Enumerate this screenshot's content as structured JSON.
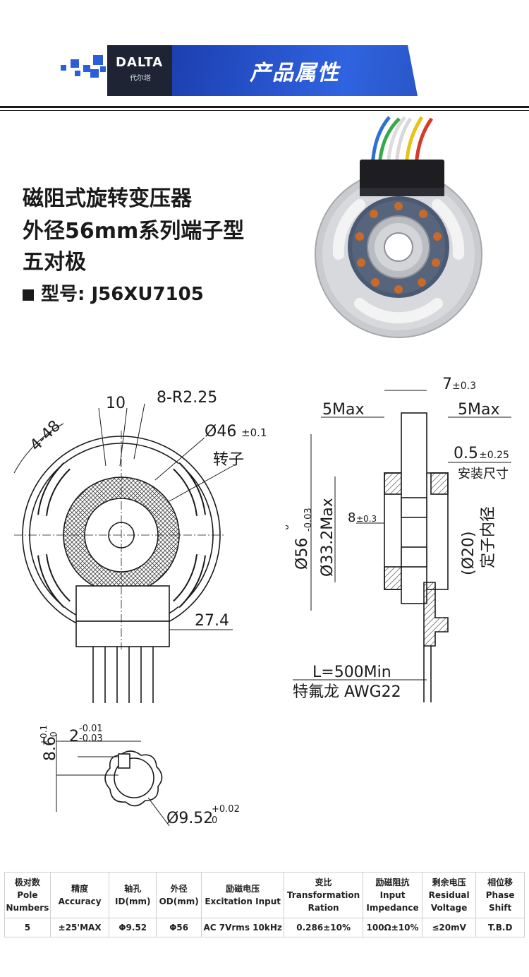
{
  "header": {
    "brand": "DALTA",
    "brand_sub": "代尔塔",
    "title": "产品属性"
  },
  "product": {
    "title_line1": "磁阻式旋转变压器",
    "title_line2": "外径56mm系列端子型",
    "title_line3": "五对极",
    "model_label": "型号: J56XU7105"
  },
  "drawing_front": {
    "angle": "4-48",
    "slot_width": "10",
    "radius": "8-R2.25",
    "od_main": "Ø46",
    "od_tol": "±0.1",
    "rotor": "转子",
    "terminal_dim": "27.4"
  },
  "drawing_side": {
    "width7": "7",
    "width7_tol": "±0.3",
    "max_left": "5Max",
    "max_right": "5Max",
    "mount_gap": "0.5",
    "mount_gap_tol": "±0.25",
    "mount_label": "安装尺寸",
    "od56": "Ø56",
    "od56_tol_upper": "0",
    "od56_tol_lower": "-0.03",
    "od33": "Ø33.2Max",
    "width8": "8",
    "width8_tol": "±0.3",
    "stator_id": "(Ø20)",
    "stator_label": "定子内径",
    "lead_length": "L=500Min",
    "lead_wire": "特氟龙 AWG22"
  },
  "drawing_rotor": {
    "height": "8.6",
    "height_tol_upper": "+0.1",
    "height_tol_lower": "0",
    "key": "2",
    "key_tol_upper": "-0.01",
    "key_tol_lower": "-0.03",
    "bore": "Ø9.52",
    "bore_tol_upper": "+0.02",
    "bore_tol_lower": "0"
  },
  "spec_table": {
    "headers": [
      [
        "极对数",
        "Pole",
        "Numbers"
      ],
      [
        "精度",
        "Accuracy"
      ],
      [
        "轴孔",
        "ID(mm)"
      ],
      [
        "外径",
        "OD(mm)"
      ],
      [
        "励磁电压",
        "Excitation Input"
      ],
      [
        "变比",
        "Transformation",
        "Ration"
      ],
      [
        "励磁阻抗",
        "Input",
        "Impedance"
      ],
      [
        "剩余电压",
        "Residual",
        "Voltage"
      ],
      [
        "相位移",
        "Phase",
        "Shift"
      ]
    ],
    "values": [
      "5",
      "±25'MAX",
      "Φ9.52",
      "Φ56",
      "AC 7Vrms 10kHz",
      "0.286±10%",
      "100Ω±10%",
      "≤20mV",
      "T.B.D"
    ]
  },
  "colors": {
    "banner_blue": "#2f63e0",
    "banner_dark": "#1f2435",
    "ink": "#1a1a1a"
  }
}
